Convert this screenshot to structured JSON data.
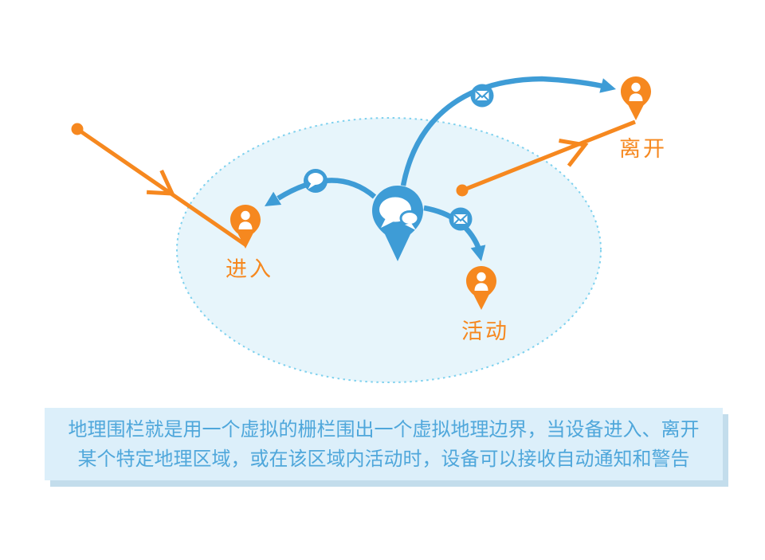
{
  "pins": {
    "center": {
      "icon": "chat-location-pin-icon"
    },
    "enter": {
      "label": "进入"
    },
    "leave": {
      "label": "离开"
    },
    "activity": {
      "label": "活动"
    }
  },
  "note": {
    "line1": "地理围栏就是用一个虚拟的栅栏围出一个虚拟地理边界，当设备进入、离开",
    "line2": "某个特定地理区域，或在该区域内活动时，设备可以接收自动通知和警告"
  },
  "icons": {
    "message": "envelope-icon",
    "notification": "speech-bubble-icon",
    "device": "person-pin-icon"
  },
  "colors": {
    "orange": "#F6881F",
    "blue": "#3E9CD6",
    "fence-fill": "#E7F5FB",
    "fence-border": "#7FD1EE",
    "note-bg": "#DCEFFA",
    "note-shadow": "#C3DDEC",
    "note-text": "#4FA7DB"
  }
}
